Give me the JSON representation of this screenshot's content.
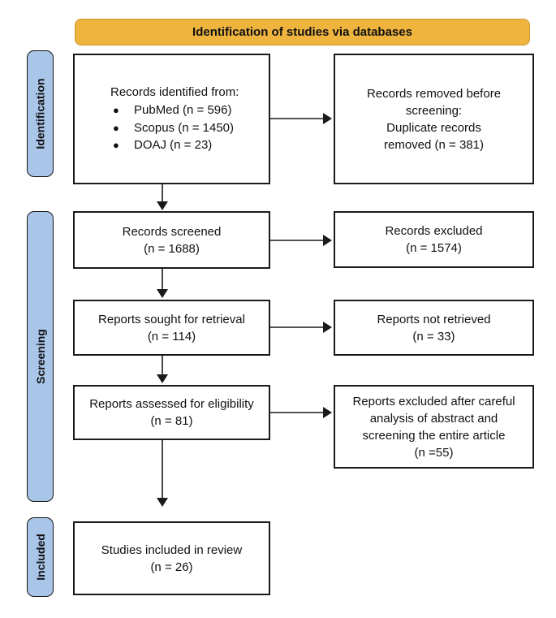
{
  "banner": {
    "label": "Identification of studies via databases"
  },
  "stages": {
    "identification": "Identification",
    "screening": "Screening",
    "included": "Included"
  },
  "boxes": {
    "records_identified": {
      "title": "Records identified from:",
      "bullets": [
        "PubMed (n = 596)",
        "Scopus (n = 1450)",
        "DOAJ (n = 23)"
      ],
      "bullet_glyph": "●"
    },
    "records_removed": {
      "text": "Records removed before\nscreening:\nDuplicate records\nremoved (n = 381)"
    },
    "records_screened": {
      "text": "Records screened\n(n = 1688)"
    },
    "records_excluded": {
      "text": "Records excluded\n(n = 1574)"
    },
    "reports_sought": {
      "text": "Reports sought for retrieval\n(n = 114)"
    },
    "reports_not_retrieved": {
      "text": "Reports not retrieved\n(n = 33)"
    },
    "reports_assessed": {
      "text": "Reports assessed for eligibility\n(n = 81)"
    },
    "reports_excluded": {
      "text": "Reports excluded after careful\nanalysis of abstract and\nscreening the entire article\n(n =55)"
    },
    "studies_included": {
      "text": "Studies included in review\n(n = 26)"
    }
  },
  "colors": {
    "banner_fill": "#EEB43E",
    "banner_border": "#C99530",
    "stage_fill": "#A9C5E8",
    "box_border": "#1A1A1A",
    "arrow": "#1A1A1A"
  }
}
